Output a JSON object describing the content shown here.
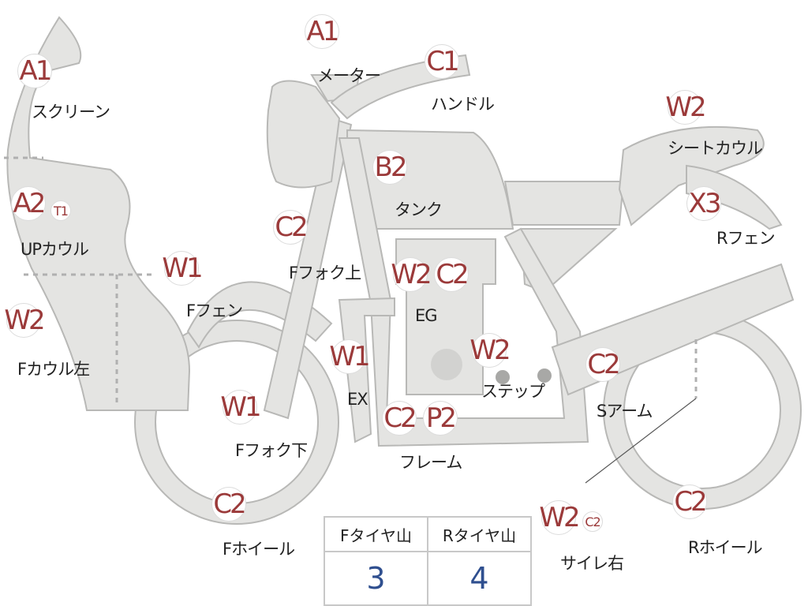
{
  "parts": [
    {
      "id": "a1-screen",
      "grade": "A1",
      "label": "スクリーン"
    },
    {
      "id": "a2-upcowl",
      "grade": "A2",
      "grade_small": "T1",
      "label": "UPカウル"
    },
    {
      "id": "w2-fcowl-left",
      "grade": "W2",
      "label": "Fカウル左"
    },
    {
      "id": "w1-ffender",
      "grade": "W1",
      "label": "Fフェン"
    },
    {
      "id": "c2-ffork-upper",
      "grade": "C2",
      "label": "Fフォク上"
    },
    {
      "id": "w1-ffork-lower",
      "grade": "W1",
      "label": "Fフォク下"
    },
    {
      "id": "c2-fwheel",
      "grade": "C2",
      "label": "Fホイール"
    },
    {
      "id": "a1-meter",
      "grade": "A1",
      "label": "メーター"
    },
    {
      "id": "c1-handle",
      "grade": "C1",
      "label": "ハンドル"
    },
    {
      "id": "b2-tank",
      "grade": "B2",
      "label": "タンク"
    },
    {
      "id": "eg",
      "grade": "W2",
      "grade2": "C2",
      "label": "EG"
    },
    {
      "id": "w1-ex",
      "grade": "W1",
      "label": "EX"
    },
    {
      "id": "frame",
      "grade": "C2",
      "grade2": "P2",
      "label": "フレーム"
    },
    {
      "id": "w2-step",
      "grade": "W2",
      "label": "ステップ"
    },
    {
      "id": "c2-swingarm",
      "grade": "C2",
      "label": "Sアーム"
    },
    {
      "id": "w2-seatcowl",
      "grade": "W2",
      "label": "シートカウル"
    },
    {
      "id": "x3-rfender",
      "grade": "X3",
      "label": "Rフェン"
    },
    {
      "id": "silencer-right",
      "grade": "W2",
      "grade_small": "C2",
      "label": "サイレ右"
    },
    {
      "id": "c2-rwheel",
      "grade": "C2",
      "label": "Rホイール"
    }
  ],
  "tire_table": {
    "headers": [
      "Fタイヤ山",
      "Rタイヤ山"
    ],
    "values": [
      "3",
      "4"
    ]
  },
  "colors": {
    "part_fill": "#e4e4e2",
    "part_stroke": "#b8b8b6",
    "grade_text": "#9b3a3a",
    "table_value": "#2f4f8f",
    "dashed_line": "#b0b0b0"
  }
}
